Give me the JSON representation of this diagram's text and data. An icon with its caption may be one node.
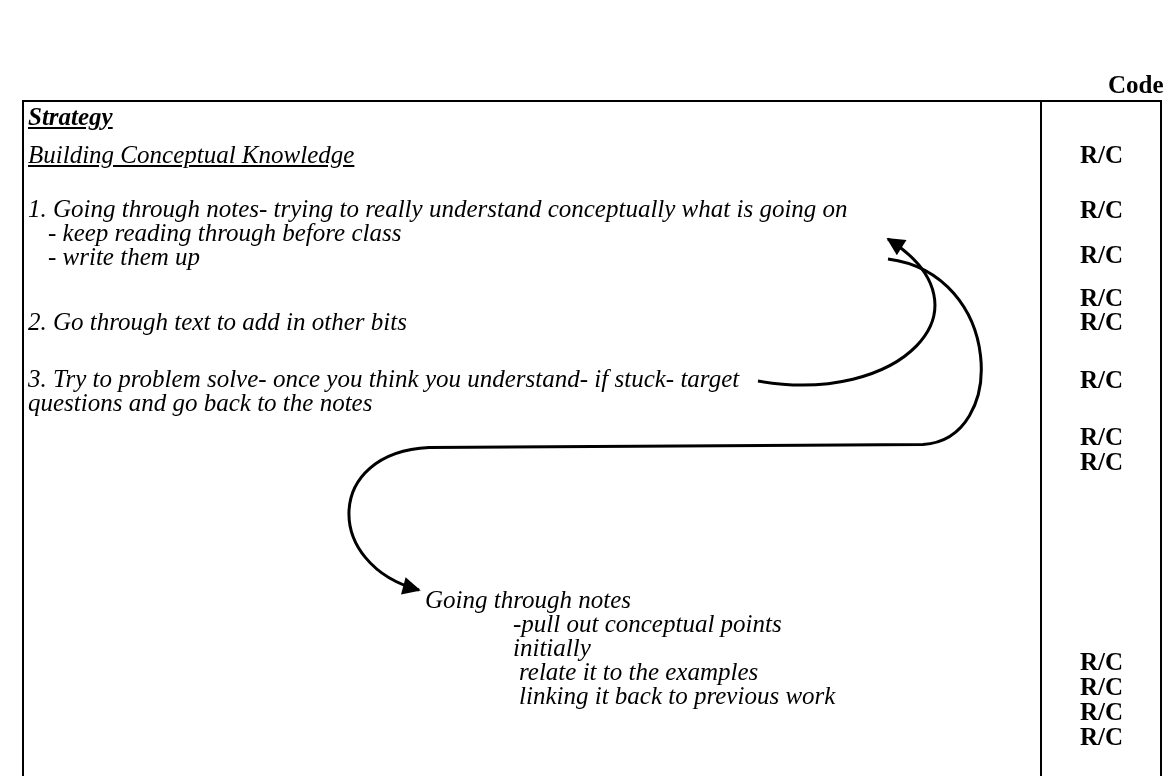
{
  "diagram": {
    "nodes": [
      {
        "text": [
          "1. Going through notes- trying to really understand conceptually what is going on",
          "- keep reading through before class",
          "- write them up"
        ]
      },
      {
        "text": [
          "3. Try to problem solve- once you think you understand- if stuck- target questions and go back to the notes"
        ]
      },
      {
        "text": [
          "Going through notes",
          "-pull out conceptual points initially",
          "relate it to the examples",
          "linking it back to previous work"
        ]
      }
    ],
    "edges": [
      {
        "from": 1,
        "to": 0,
        "arrow": "to"
      },
      {
        "from": 0,
        "to": 2,
        "arrow": "to"
      }
    ],
    "labels": [
      "Code",
      "Strategy",
      "Building Conceptual Knowledge",
      "R/C",
      "R/C",
      "R/C",
      "R/C",
      "2. Go through text to add in other bits",
      "R/C",
      "R/C",
      "R/C",
      "R/C",
      "R/C",
      "R/C",
      "R/C",
      "R/C"
    ]
  }
}
